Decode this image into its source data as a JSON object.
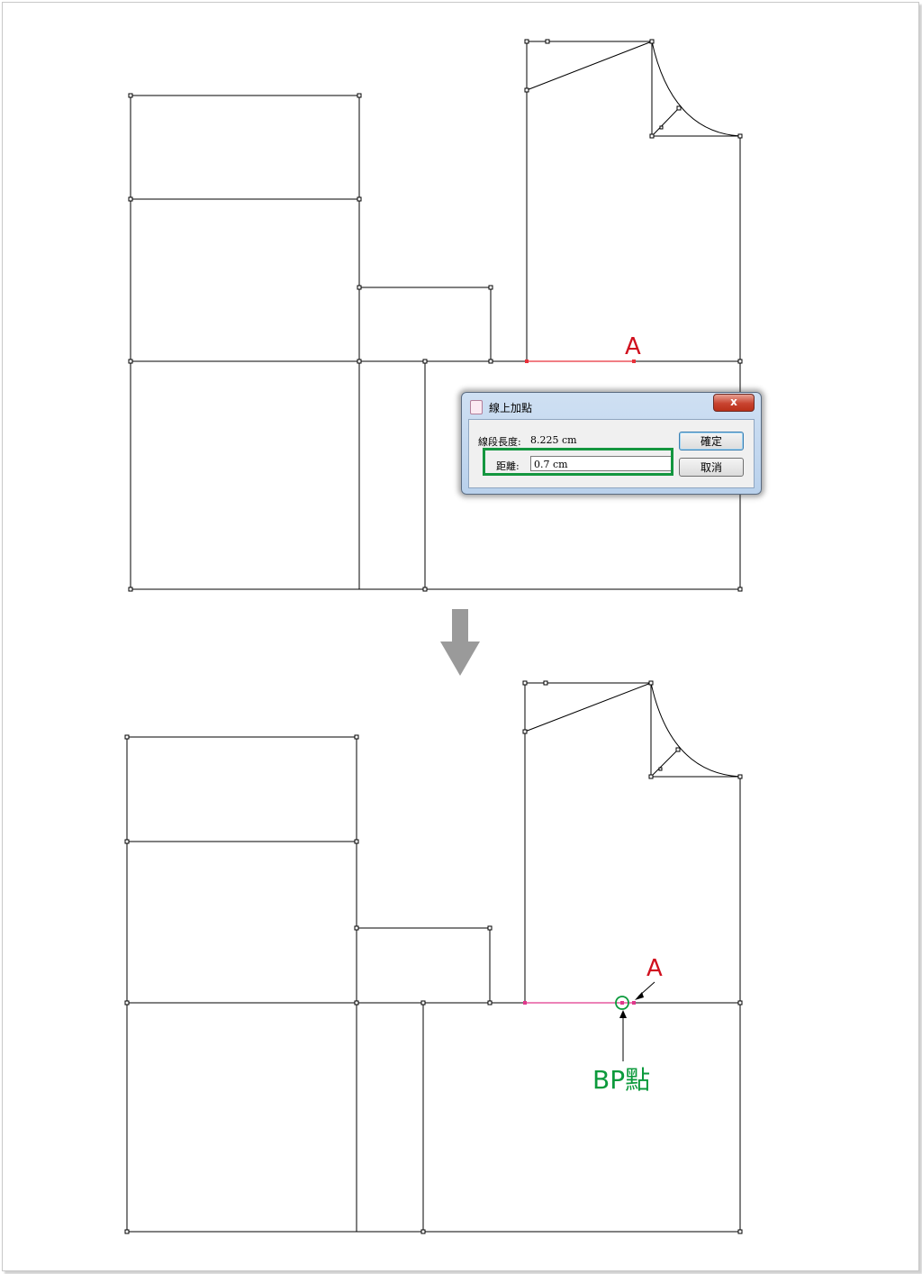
{
  "dialog": {
    "title": "線上加點",
    "close_label": "x",
    "segment_length_label": "線段長度:",
    "segment_length_value": "8.225 cm",
    "distance_label": "距離:",
    "distance_value": "0.7 cm",
    "ok_label": "確定",
    "cancel_label": "取消"
  },
  "labels": {
    "point_a": "A",
    "bp_point": "BP點"
  },
  "colors": {
    "point_a": "#d0101e",
    "bp_point": "#0c9a3c",
    "selected_segment_top": "#e8303a",
    "selected_segment_bottom": "#e0388c",
    "transition_arrow": "#9a9a9a"
  }
}
